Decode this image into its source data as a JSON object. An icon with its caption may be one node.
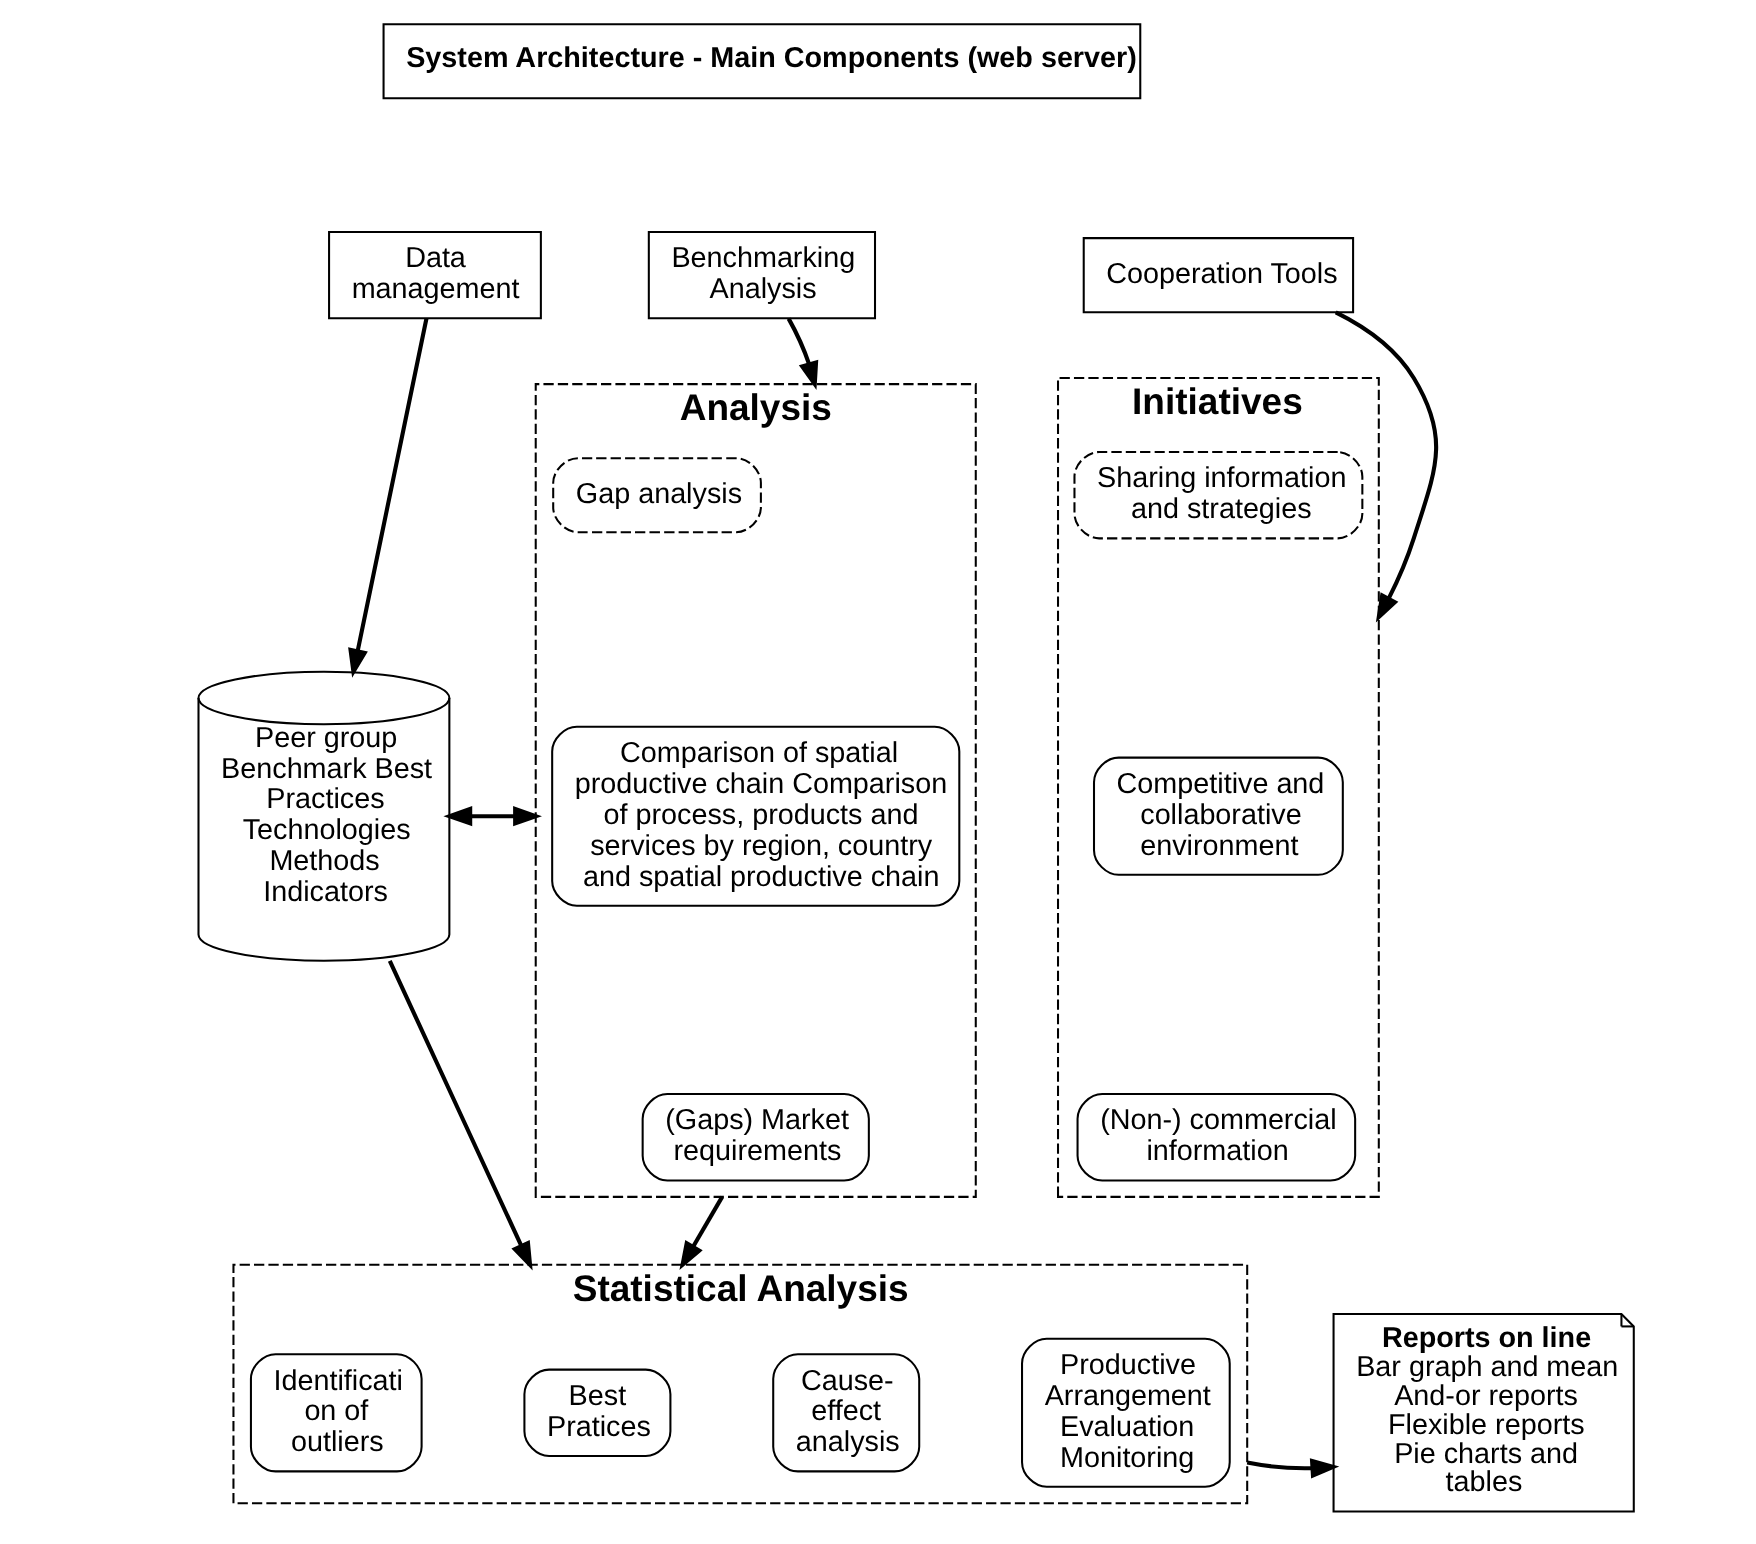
{
  "diagram": {
    "nodes": [
      {
        "text": [
          "System Architecture - Main Components (web server)"
        ]
      },
      {
        "text": [
          "Data management"
        ]
      },
      {
        "text": [
          "Benchmarking Analysis"
        ]
      },
      {
        "text": [
          "Cooperation Tools"
        ]
      },
      {
        "text": [
          "Peer group",
          "Benchmark Best Practices Technologies Methods Indicators"
        ]
      },
      {
        "text": [
          "Analysis"
        ]
      },
      {
        "text": [
          "Gap analysis"
        ],
        "in": 5
      },
      {
        "text": [
          "Comparison of spatial productive chain Comparison of process, products and services by region, country and spatial productive chain"
        ],
        "in": 5
      },
      {
        "text": [
          "(Gaps) Market requirements"
        ],
        "in": 5
      },
      {
        "text": [
          "Initiatives"
        ]
      },
      {
        "text": [
          "Sharing information and strategies"
        ],
        "in": 9
      },
      {
        "text": [
          "Competitive and collaborative environment"
        ],
        "in": 9
      },
      {
        "text": [
          "(Non-) commercial information"
        ],
        "in": 9
      },
      {
        "text": [
          "Statistical Analysis"
        ]
      },
      {
        "text": [
          "Identificati on of outliers"
        ],
        "in": 13
      },
      {
        "text": [
          "Cause- effect analysis"
        ],
        "in": 13
      },
      {
        "text": [
          "Best Pratices"
        ],
        "in": 13
      },
      {
        "text": [
          "Productive Arrangement Evaluation Monitoring"
        ],
        "in": 13
      },
      {
        "text": [
          "Reports on line",
          "Bar graph and mean And-or reports Flexible reports Pie charts and tables"
        ]
      }
    ],
    "edges": [
      {
        "from": 1,
        "to": 4,
        "arrow": "to"
      },
      {
        "from": 2,
        "to": 5,
        "arrow": "to"
      },
      {
        "from": 3,
        "to": 9,
        "arrow": "to"
      },
      {
        "from": 4,
        "to": 5,
        "arrow": "both"
      },
      {
        "from": 4,
        "to": 13,
        "arrow": "to"
      },
      {
        "from": 5,
        "to": 13,
        "arrow": "to"
      },
      {
        "from": 13,
        "to": 18,
        "arrow": "to"
      }
    ]
  }
}
